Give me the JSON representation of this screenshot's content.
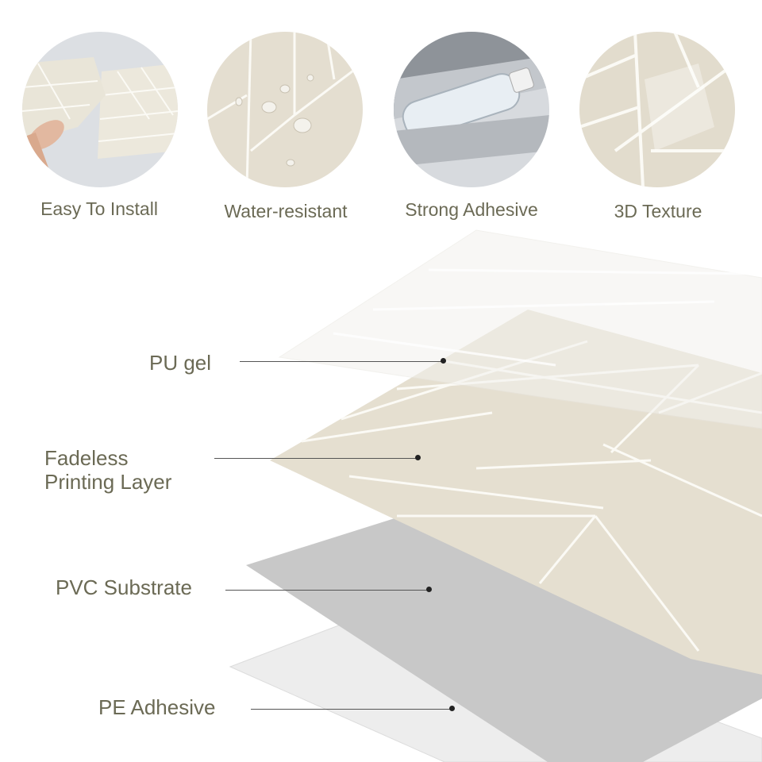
{
  "features": [
    {
      "label": "Easy To Install",
      "icon": "hand-peeling-tile-icon"
    },
    {
      "label": "Water-resistant",
      "icon": "water-droplets-icon"
    },
    {
      "label": "Strong Adhesive",
      "icon": "bottle-on-sticker-icon"
    },
    {
      "label": "3D Texture",
      "icon": "raised-texture-icon"
    }
  ],
  "layers": [
    {
      "line1": "PU gel",
      "line2": ""
    },
    {
      "line1": "Fadeless",
      "line2": "Printing Layer"
    },
    {
      "line1": "PVC Substrate",
      "line2": ""
    },
    {
      "line1": "PE Adhesive",
      "line2": ""
    }
  ],
  "colors": {
    "text": "#6b6a55",
    "tile": "#e6e0d2",
    "grout": "#fbfaf5",
    "pvc": "#c9c9c9",
    "pe": "#efefef"
  }
}
